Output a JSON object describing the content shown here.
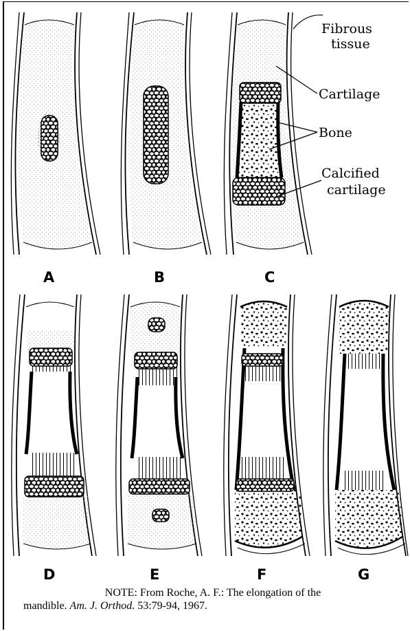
{
  "labels": {
    "fibrous_1": "Fibrous",
    "fibrous_2": "tissue",
    "cartilage": "Cartilage",
    "bone": "Bone",
    "calcified_1": "Calcified",
    "calcified_2": "cartilage"
  },
  "panels": [
    "A",
    "B",
    "C",
    "D",
    "E",
    "F",
    "G"
  ],
  "note": {
    "line1": "NOTE: From Roche, A. F.: The elongation of the",
    "line2_a": "mandible. ",
    "line2_b": "Am. J. Orthod.",
    "line2_c": " 53:79-94, 1967."
  },
  "colors": {
    "ink": "#000000",
    "paper": "#ffffff",
    "stipple": "#9a9a9a"
  }
}
